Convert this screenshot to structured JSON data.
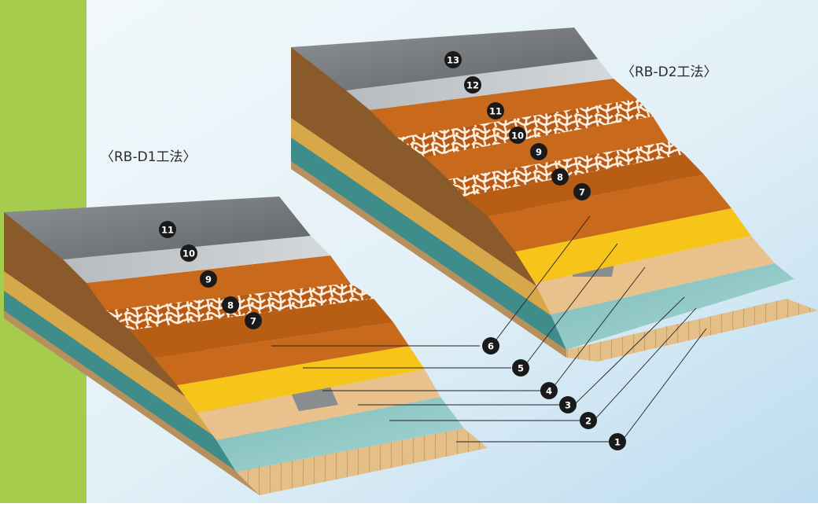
{
  "titles": {
    "d1": "〈RB-D1工法〉",
    "d2": "〈RB-D2工法〉"
  },
  "d1_badges": [
    "11",
    "10",
    "9",
    "8",
    "7"
  ],
  "d2_badges": [
    "13",
    "12",
    "11",
    "10",
    "9",
    "8",
    "7"
  ],
  "callouts": [
    "6",
    "5",
    "4",
    "3",
    "2",
    "1"
  ],
  "colors": {
    "green_band": "#a6cc4e",
    "background_light": "#f2f8fb",
    "background_blue": "#c9e3f3",
    "topcoat_dark": "#7f8386",
    "topcoat_light": "#c4c8cb",
    "urethane_orange": "#c8691c",
    "mesh_cream": "#f3dfbf",
    "primer_yellow": "#f7c51a",
    "base_tan": "#e9c18d",
    "insulation_teal": "#7fbcb9",
    "substrate_wood": "#e6c089"
  }
}
